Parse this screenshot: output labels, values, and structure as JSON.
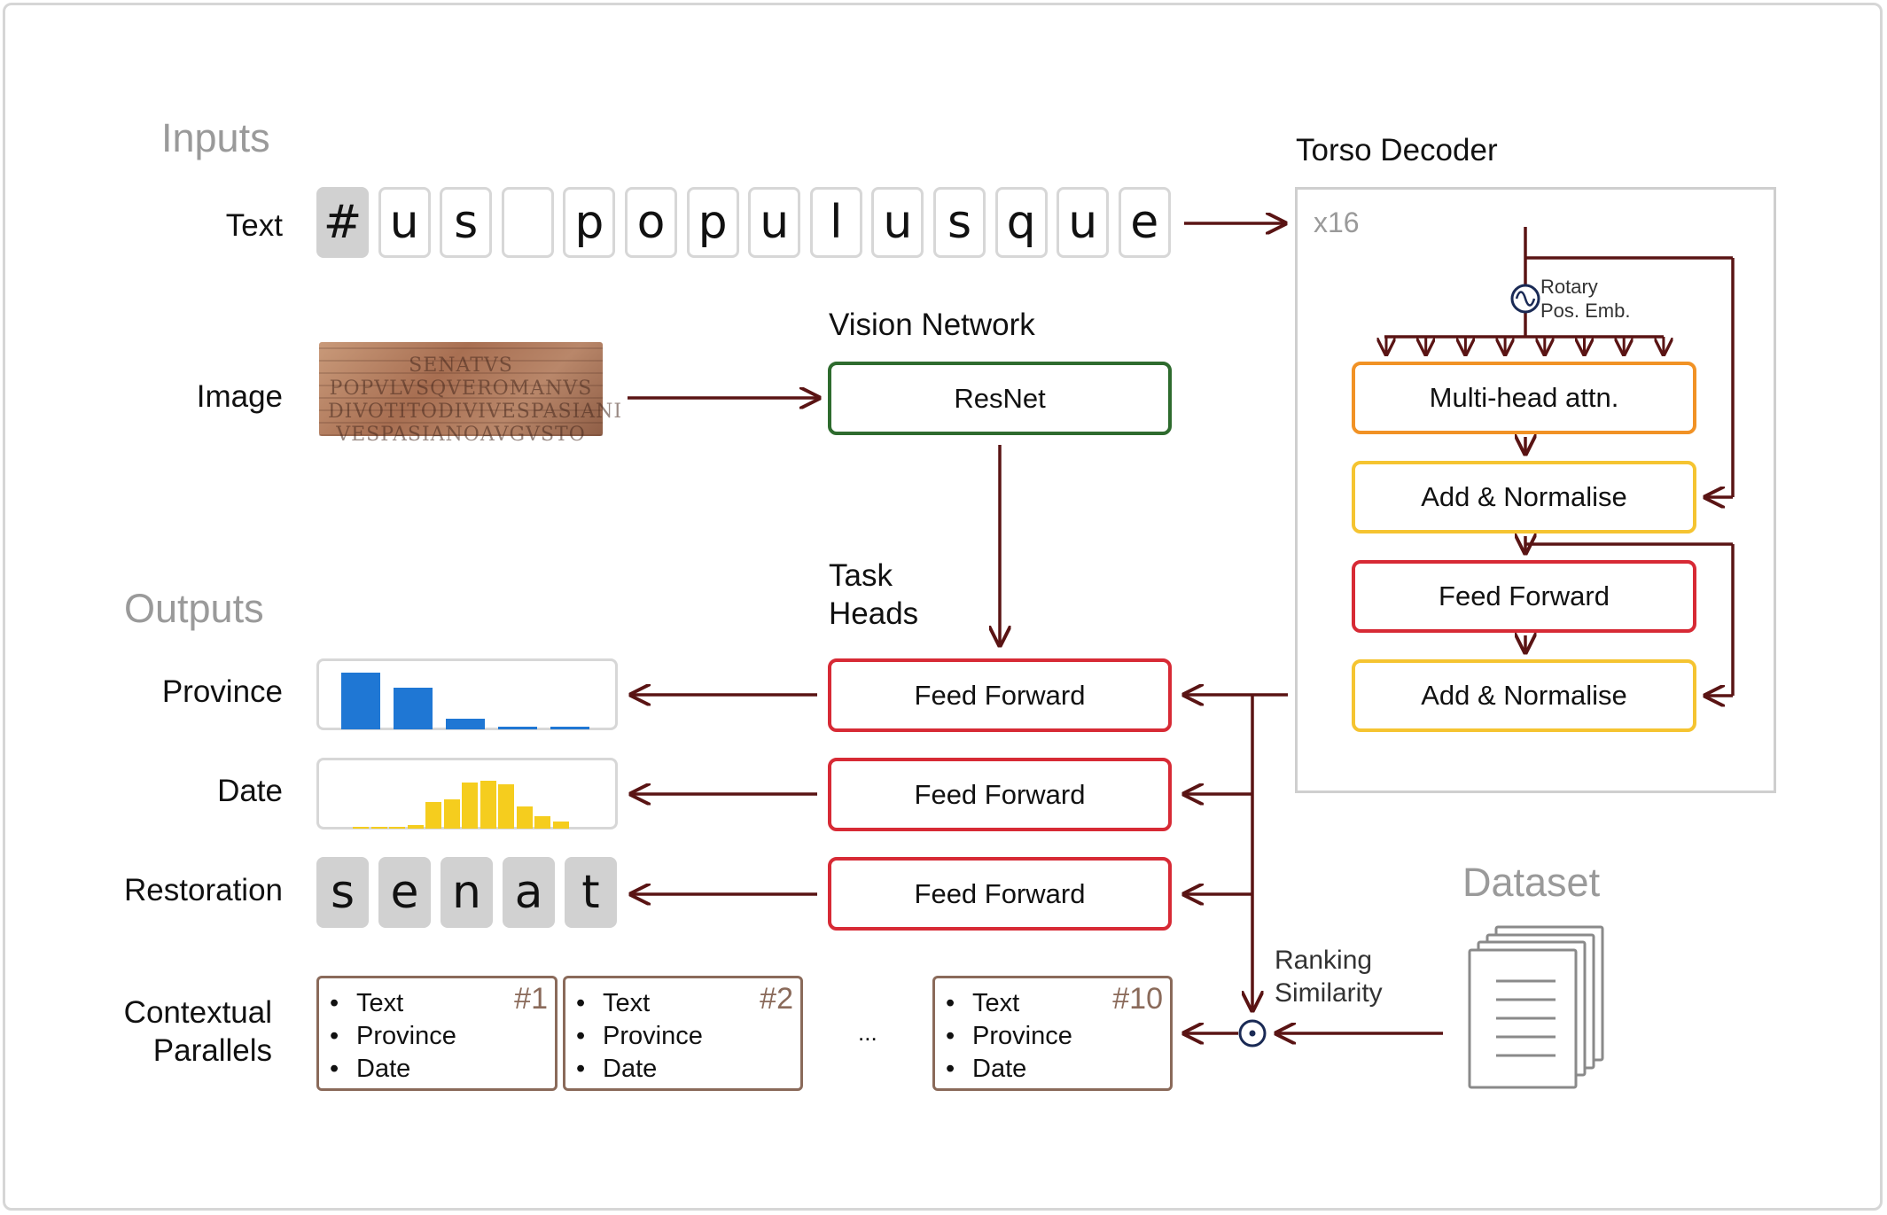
{
  "sections": {
    "inputs": "Inputs",
    "outputs": "Outputs",
    "dataset": "Dataset"
  },
  "rows": {
    "text": "Text",
    "image": "Image",
    "province": "Province",
    "date": "Date",
    "restoration": "Restoration",
    "contextual_1": "Contextual",
    "contextual_2": "Parallels"
  },
  "input_tokens": [
    {
      "char": "#",
      "highlight": true
    },
    {
      "char": "u",
      "highlight": false
    },
    {
      "char": "s",
      "highlight": false
    },
    {
      "char": "",
      "highlight": false
    },
    {
      "char": "p",
      "highlight": false
    },
    {
      "char": "o",
      "highlight": false
    },
    {
      "char": "p",
      "highlight": false
    },
    {
      "char": "u",
      "highlight": false
    },
    {
      "char": "l",
      "highlight": false
    },
    {
      "char": "u",
      "highlight": false
    },
    {
      "char": "s",
      "highlight": false
    },
    {
      "char": "q",
      "highlight": false
    },
    {
      "char": "u",
      "highlight": false
    },
    {
      "char": "e",
      "highlight": false
    }
  ],
  "inscription": "SENATVS\nPOPVLVSQVEROMANVS\nDIVOTITODIVIVESPASIANI\nVESPASIANOAVGVSTO",
  "vision": {
    "title": "Vision Network",
    "resnet": "ResNet"
  },
  "task_heads": {
    "title_line1": "Task",
    "title_line2": "Heads",
    "ff": "Feed Forward"
  },
  "torso": {
    "title": "Torso Decoder",
    "repeat": "x16",
    "rotary_line1": "Rotary",
    "rotary_line2": "Pos. Emb.",
    "mha": "Multi-head attn.",
    "add_norm": "Add & Normalise",
    "ff": "Feed Forward"
  },
  "province_bars": [
    1.0,
    0.74,
    0.18,
    0.05,
    0.05
  ],
  "date_bars": [
    0.04,
    0.04,
    0.04,
    0.07,
    0.55,
    0.62,
    0.96,
    1.0,
    0.92,
    0.46,
    0.26,
    0.14
  ],
  "colors": {
    "province": "#1f77d4",
    "date": "#f5cd1e",
    "arrow": "#5a1414"
  },
  "restoration_tokens": [
    "s",
    "e",
    "n",
    "a",
    "t"
  ],
  "parallels": [
    {
      "items": [
        "Text",
        "Province",
        "Date"
      ],
      "rank": "#1"
    },
    {
      "items": [
        "Text",
        "Province",
        "Date"
      ],
      "rank": "#2"
    },
    {
      "items": [
        "Text",
        "Province",
        "Date"
      ],
      "rank": "#10"
    }
  ],
  "ellipsis": "...",
  "ranking_line1": "Ranking",
  "ranking_line2": "Similarity",
  "icons": {
    "rotary": "sine-wave-icon",
    "similarity": "dot-product-icon",
    "dataset": "document-stack-icon"
  }
}
